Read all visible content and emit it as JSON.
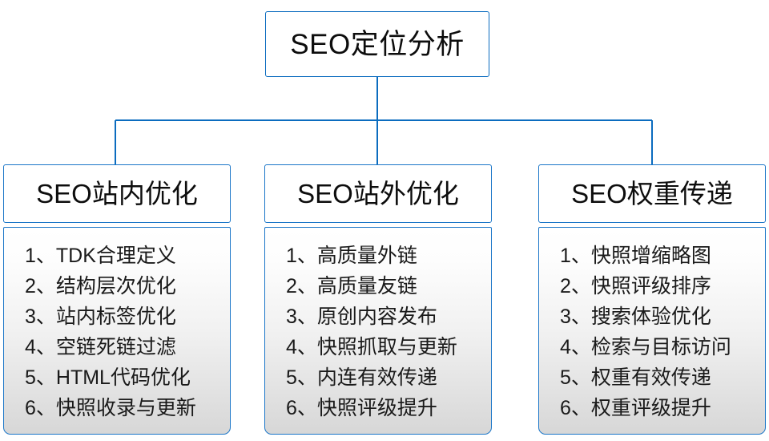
{
  "diagram": {
    "type": "organization-tree",
    "accent_color": "#0b6cbf",
    "header_border_color": "#1b76c8",
    "text_color": "#1a1a1a",
    "body_gradient_from": "#ffffff",
    "body_gradient_to": "#d7d7d7",
    "root": {
      "label": "SEO定位分析"
    },
    "branches": [
      {
        "header": "SEO站内优化",
        "items": [
          {
            "num": "1、",
            "text": "TDK合理定义"
          },
          {
            "num": "2、",
            "text": "结构层次优化"
          },
          {
            "num": "3、",
            "text": "站内标签优化"
          },
          {
            "num": "4、",
            "text": "空链死链过滤"
          },
          {
            "num": "5、",
            "text": "HTML代码优化"
          },
          {
            "num": "6、",
            "text": "快照收录与更新"
          }
        ]
      },
      {
        "header": "SEO站外优化",
        "items": [
          {
            "num": "1、",
            "text": "高质量外链"
          },
          {
            "num": "2、",
            "text": "高质量友链"
          },
          {
            "num": "3、",
            "text": "原创内容发布"
          },
          {
            "num": "4、",
            "text": "快照抓取与更新"
          },
          {
            "num": "5、",
            "text": "内连有效传递"
          },
          {
            "num": "6、",
            "text": "快照评级提升"
          }
        ]
      },
      {
        "header": "SEO权重传递",
        "items": [
          {
            "num": "1、",
            "text": "快照增缩略图"
          },
          {
            "num": "2、",
            "text": "快照评级排序"
          },
          {
            "num": "3、",
            "text": "搜索体验优化"
          },
          {
            "num": "4、",
            "text": "检索与目标访问"
          },
          {
            "num": "5、",
            "text": "权重有效传递"
          },
          {
            "num": "6、",
            "text": "权重评级提升"
          }
        ]
      }
    ]
  }
}
